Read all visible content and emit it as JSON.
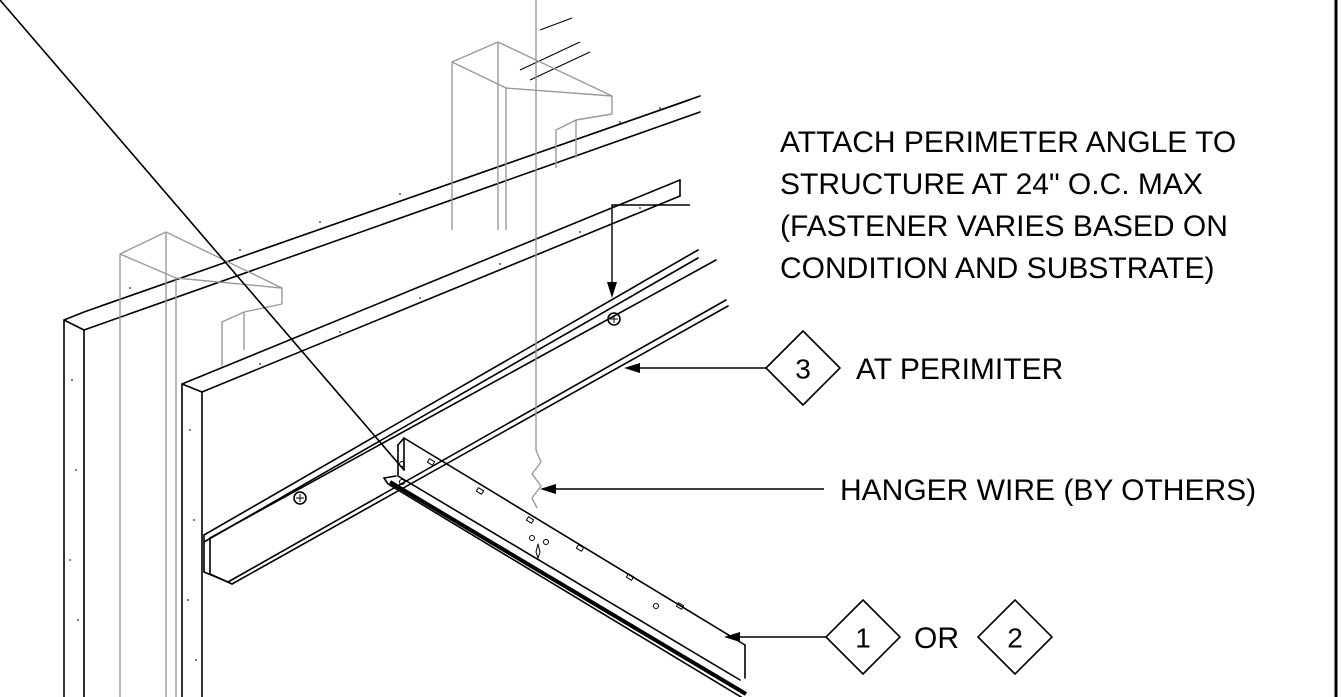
{
  "callouts": {
    "perimeter_angle": [
      "ATTACH PERIMETER ANGLE TO",
      "STRUCTURE AT 24\" O.C. MAX",
      "(FASTENER VARIES BASED ON",
      "CONDITION AND SUBSTRATE)"
    ],
    "perimeter_tag": {
      "number": "3",
      "text": "AT PERIMITER"
    },
    "hanger_wire": "HANGER WIRE (BY OTHERS)",
    "tee_tags": {
      "first": "1",
      "joiner": "OR",
      "second": "2"
    }
  }
}
